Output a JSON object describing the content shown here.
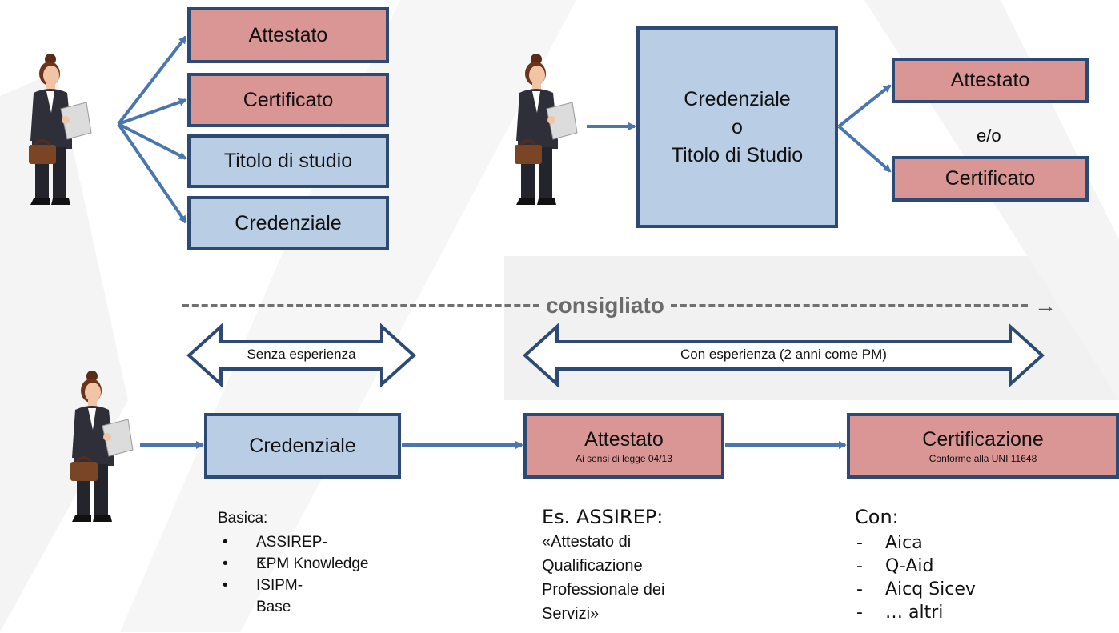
{
  "top_left": {
    "boxes": [
      {
        "label": "Attestato",
        "color": "#d99694"
      },
      {
        "label": "Certificato",
        "color": "#d99694"
      },
      {
        "label": "Titolo di studio",
        "color": "#b9cde5"
      },
      {
        "label": "Credenziale",
        "color": "#b9cde5"
      }
    ]
  },
  "top_right": {
    "center_box": {
      "line1": "Credenziale",
      "line2": "o",
      "line3": "Titolo di Studio"
    },
    "attestato": "Attestato",
    "connector": "e/o",
    "certificato": "Certificato"
  },
  "consigliato": {
    "label": "consigliato",
    "arrow_glyph": "→"
  },
  "ranges": {
    "senza": "Senza esperienza",
    "con": "Con esperienza (2 anni come PM)"
  },
  "bottom": {
    "credenziale": "Credenziale",
    "attestato": {
      "title": "Attestato",
      "subtitle": "Ai sensi di legge 04/13"
    },
    "certificazione": {
      "title": "Certificazione",
      "subtitle": "Conforme alla UNI 11648"
    }
  },
  "notes": {
    "basica": {
      "title": "Basica:",
      "bullet": "•",
      "items": [
        "ASSIREP-K",
        "EPM Knowledge",
        "ISIPM-Base"
      ]
    },
    "assirep": {
      "title": "Es. ASSIREP:",
      "lines": [
        "«Attestato di",
        "Qualificazione",
        "Professionale dei",
        "Servizi»"
      ]
    },
    "con": {
      "title": "Con:",
      "dash": "-",
      "items": [
        "Aica",
        "Q-Aid",
        "Aicq Sicev",
        "… altri"
      ]
    }
  },
  "colors": {
    "arrow": "#4a76b0",
    "box_border": "#2c4a73",
    "red_box": "#d99694",
    "blue_box": "#b9cde5",
    "dashed": "#707070"
  }
}
